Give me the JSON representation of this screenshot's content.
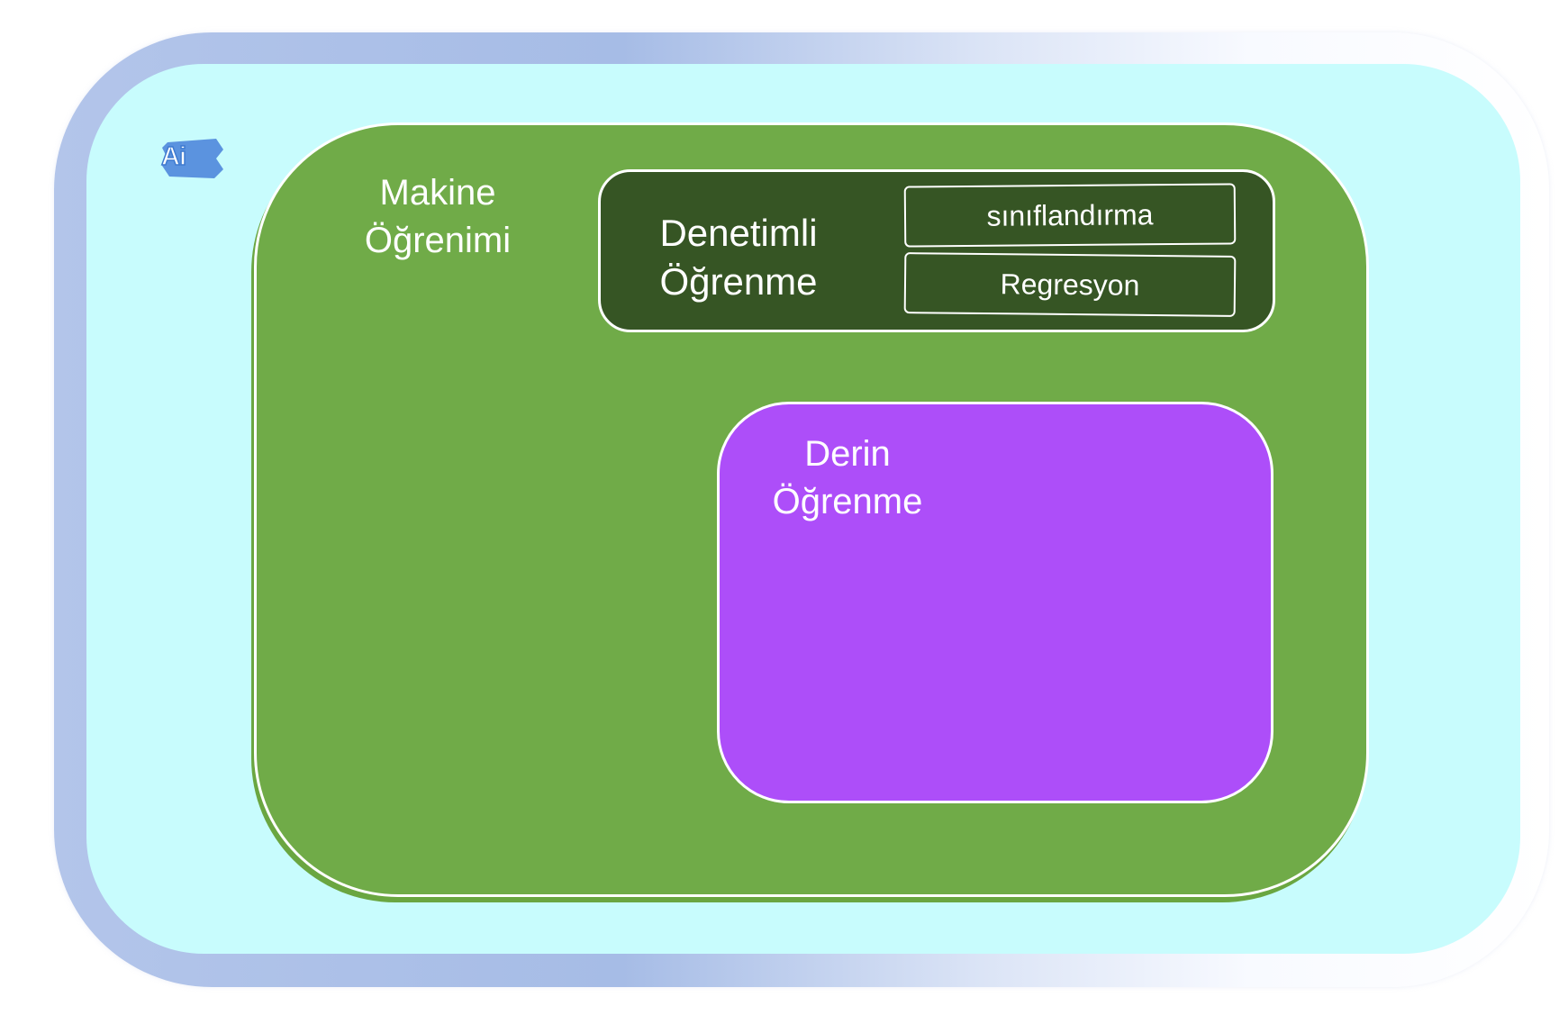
{
  "logo": {
    "text": "Ai",
    "icon": "ai-badge-icon",
    "color": "#5b93df"
  },
  "diagram": {
    "machine_learning": {
      "label": "Makine Öğrenimi",
      "line1": "Makine",
      "line2": "Öğrenimi",
      "color": "#70ab48"
    },
    "supervised_learning": {
      "label": "Denetimli Öğrenme",
      "line1": "Denetimli",
      "line2": "Öğrenme",
      "color": "#365524",
      "subtypes": [
        "sınıflandırma",
        "Regresyon"
      ]
    },
    "deep_learning": {
      "label": "Derin Öğrenme",
      "line1": "Derin",
      "line2": "Öğrenme",
      "color": "#ad4ef9"
    }
  },
  "colors": {
    "frame_gradient": [
      "#a6bce6",
      "#ffffff"
    ],
    "panel_background": "#c8fcfd",
    "outline": "#ffffff"
  }
}
